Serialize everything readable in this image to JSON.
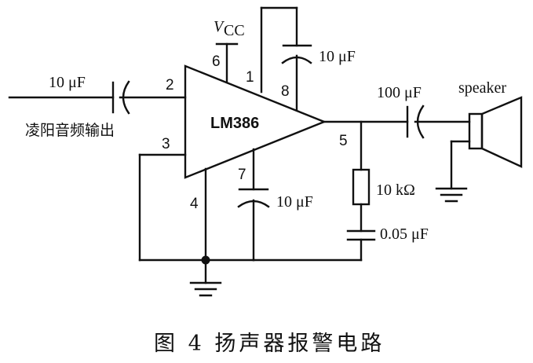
{
  "diagram": {
    "chip_label": "LM386",
    "supply_label_main": "V",
    "supply_label_sub": "CC",
    "pins": {
      "p1": "1",
      "p2": "2",
      "p3": "3",
      "p4": "4",
      "p5": "5",
      "p6": "6",
      "p7": "7",
      "p8": "8"
    },
    "components": {
      "input_cap": "10 μF",
      "gain_cap": "10 μF",
      "bypass_cap": "10 μF",
      "output_cap": "100 μF",
      "resistor": "10 kΩ",
      "zobel_cap": "0.05 μF",
      "speaker": "speaker"
    },
    "input_label": "凌阳音频输出",
    "caption": "图 4 扬声器报警电路"
  }
}
